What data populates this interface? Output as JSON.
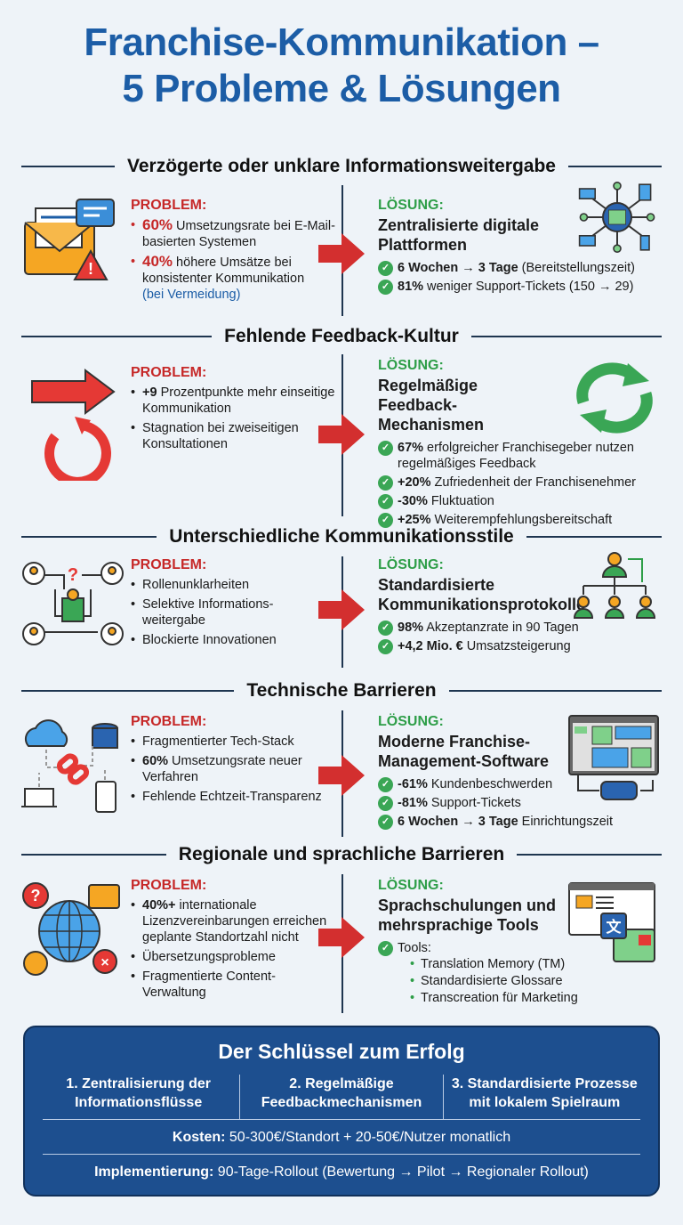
{
  "title_line1": "Franchise-Kommunikation –",
  "title_line2": "5 Probleme & Lösungen",
  "problem_label": "PROBLEM:",
  "solution_label": "LÖSUNG:",
  "colors": {
    "title": "#1c5da6",
    "problem": "#c62828",
    "solution": "#2e9e48",
    "arrow": "#d32f2f",
    "key_box": "#1d4f8f"
  },
  "sections": [
    {
      "heading": "Verzögerte oder unklare Informationsweitergabe",
      "problem_icon": "envelope-chat-warning-icon",
      "solution_icon": "network-server-devices-icon",
      "problems": [
        {
          "bold": "60%",
          "text": " Umsetzungsrate bei E-Mail-basierten Systemen"
        },
        {
          "bold": "40%",
          "text": " höhere Umsätze bei konsistenter Kommunikation",
          "note": "(bei Vermeidung)"
        }
      ],
      "solution_title": "Zentralisierte digitale Plattformen",
      "results": [
        {
          "bold": "6 Wochen → 3 Tage",
          "text": " (Bereitstellungszeit)"
        },
        {
          "bold": "81%",
          "text": " weniger Support-Tickets (150 → 29)"
        }
      ]
    },
    {
      "heading": "Fehlende Feedback-Kultur",
      "problem_icon": "one-way-arrow-and-circular-arrow-icon",
      "solution_icon": "green-cycle-arrows-icon",
      "problems": [
        {
          "bold": "+9",
          "text": " Prozentpunkte mehr einseitige Kommunikation"
        },
        {
          "bold": "",
          "text": "Stagnation bei zweiseitigen Konsultationen"
        }
      ],
      "solution_title": "Regelmäßige Feedback-Mechanismen",
      "results": [
        {
          "bold": "67%",
          "text": " erfolgreicher Franchisegeber nutzen regelmäßiges Feedback"
        },
        {
          "bold": "+20%",
          "text": " Zufriedenheit der Franchisenehmer"
        },
        {
          "bold": "-30%",
          "text": " Fluktuation"
        },
        {
          "bold": "+25%",
          "text": " Weiterempfehlungsbereitschaft"
        }
      ]
    },
    {
      "heading": "Unterschiedliche Kommunikationsstile",
      "problem_icon": "people-maze-question-icon",
      "solution_icon": "org-hierarchy-icon",
      "problems": [
        {
          "bold": "",
          "text": "Rollenunklarheiten"
        },
        {
          "bold": "",
          "text": "Selektive Informations-weitergabe"
        },
        {
          "bold": "",
          "text": "Blockierte Innovationen"
        }
      ],
      "solution_title": "Standardisierte Kommunikationsprotokolle",
      "results": [
        {
          "bold": "98%",
          "text": " Akzeptanzrate in 90 Tagen"
        },
        {
          "bold": "+4,2 Mio. €",
          "text": " Umsatzsteigerung"
        }
      ]
    },
    {
      "heading": "Technische Barrieren",
      "problem_icon": "broken-link-devices-icon",
      "solution_icon": "dashboard-database-icon",
      "problems": [
        {
          "bold": "",
          "text": "Fragmentierter Tech-Stack"
        },
        {
          "bold": "60%",
          "text": " Umsetzungsrate neuer Verfahren"
        },
        {
          "bold": "",
          "text": "Fehlende Echtzeit-Transparenz"
        }
      ],
      "solution_title": "Moderne Franchise-Management-Software",
      "results": [
        {
          "bold": "-61%",
          "text": " Kundenbeschwerden"
        },
        {
          "bold": "-81%",
          "text": " Support-Tickets"
        },
        {
          "bold": "6 Wochen → 3 Tage",
          "text": " Einrichtungszeit"
        }
      ]
    },
    {
      "heading": "Regionale und sprachliche Barrieren",
      "problem_icon": "globe-translation-icon",
      "solution_icon": "translation-chat-windows-icon",
      "problems": [
        {
          "bold": "40%+",
          "text": " internationale Lizenzvereinbarungen erreichen geplante Standortzahl nicht"
        },
        {
          "bold": "",
          "text": "Übersetzungsprobleme"
        },
        {
          "bold": "",
          "text": "Fragmentierte Content-Verwaltung"
        }
      ],
      "solution_title": "Sprachschulungen und mehrsprachige Tools",
      "results": [
        {
          "bold": "",
          "text": "Tools:",
          "sub": [
            "Translation Memory (TM)",
            "Standardisierte Glossare",
            "Transcreation für Marketing"
          ]
        }
      ]
    }
  ],
  "key": {
    "title": "Der Schlüssel zum Erfolg",
    "pillars": [
      "1. Zentralisierung der Informationsflüsse",
      "2. Regelmäßige Feedbackmechanismen",
      "3. Standardisierte Prozesse mit lokalem Spielraum"
    ],
    "costs_label": "Kosten:",
    "costs": " 50-300€/Standort + 20-50€/Nutzer monatlich",
    "impl_label": "Implementierung:",
    "impl": " 90-Tage-Rollout (Bewertung → Pilot → Regionaler Rollout)"
  }
}
